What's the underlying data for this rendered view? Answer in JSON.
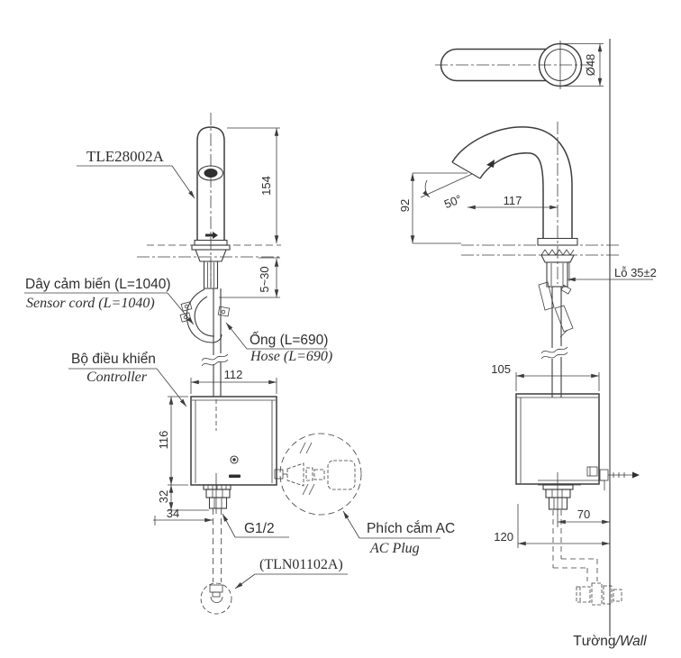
{
  "title": "TOTO sensor faucet installation drawing",
  "product": {
    "code": "TLE28002A",
    "spare_code": "(TLN01102A)"
  },
  "labels": {
    "sensor_cord_vi": "Dây cảm biến (L=1040)",
    "sensor_cord_en": "Sensor cord (L=1040)",
    "hose_vi": "Ống (L=690)",
    "hose_en": "Hose (L=690)",
    "controller_vi": "Bộ điều khiển",
    "controller_en": "Controller",
    "ac_plug_vi": "Phích cắm AC",
    "ac_plug_en": "AC Plug",
    "thread_size": "G1/2",
    "mounting_hole": "Lỗ 35±2",
    "wall_vi": "Tường",
    "wall_en": "/Wall"
  },
  "dimensions": {
    "spout_height": "154",
    "deck_thickness": "5~30",
    "controller_width": "112",
    "controller_height": "116",
    "fitting_height": "32",
    "fitting_offset": "34",
    "spout_diameter": "Ø48",
    "outlet_height": "92",
    "spout_reach": "117",
    "spout_angle": "50°",
    "controller_depth": "105",
    "pipe_to_wall": "70",
    "controller_to_wall": "120"
  },
  "colors": {
    "line": "#3d3d3d",
    "text": "#2e2e2e",
    "background": "#ffffff"
  }
}
